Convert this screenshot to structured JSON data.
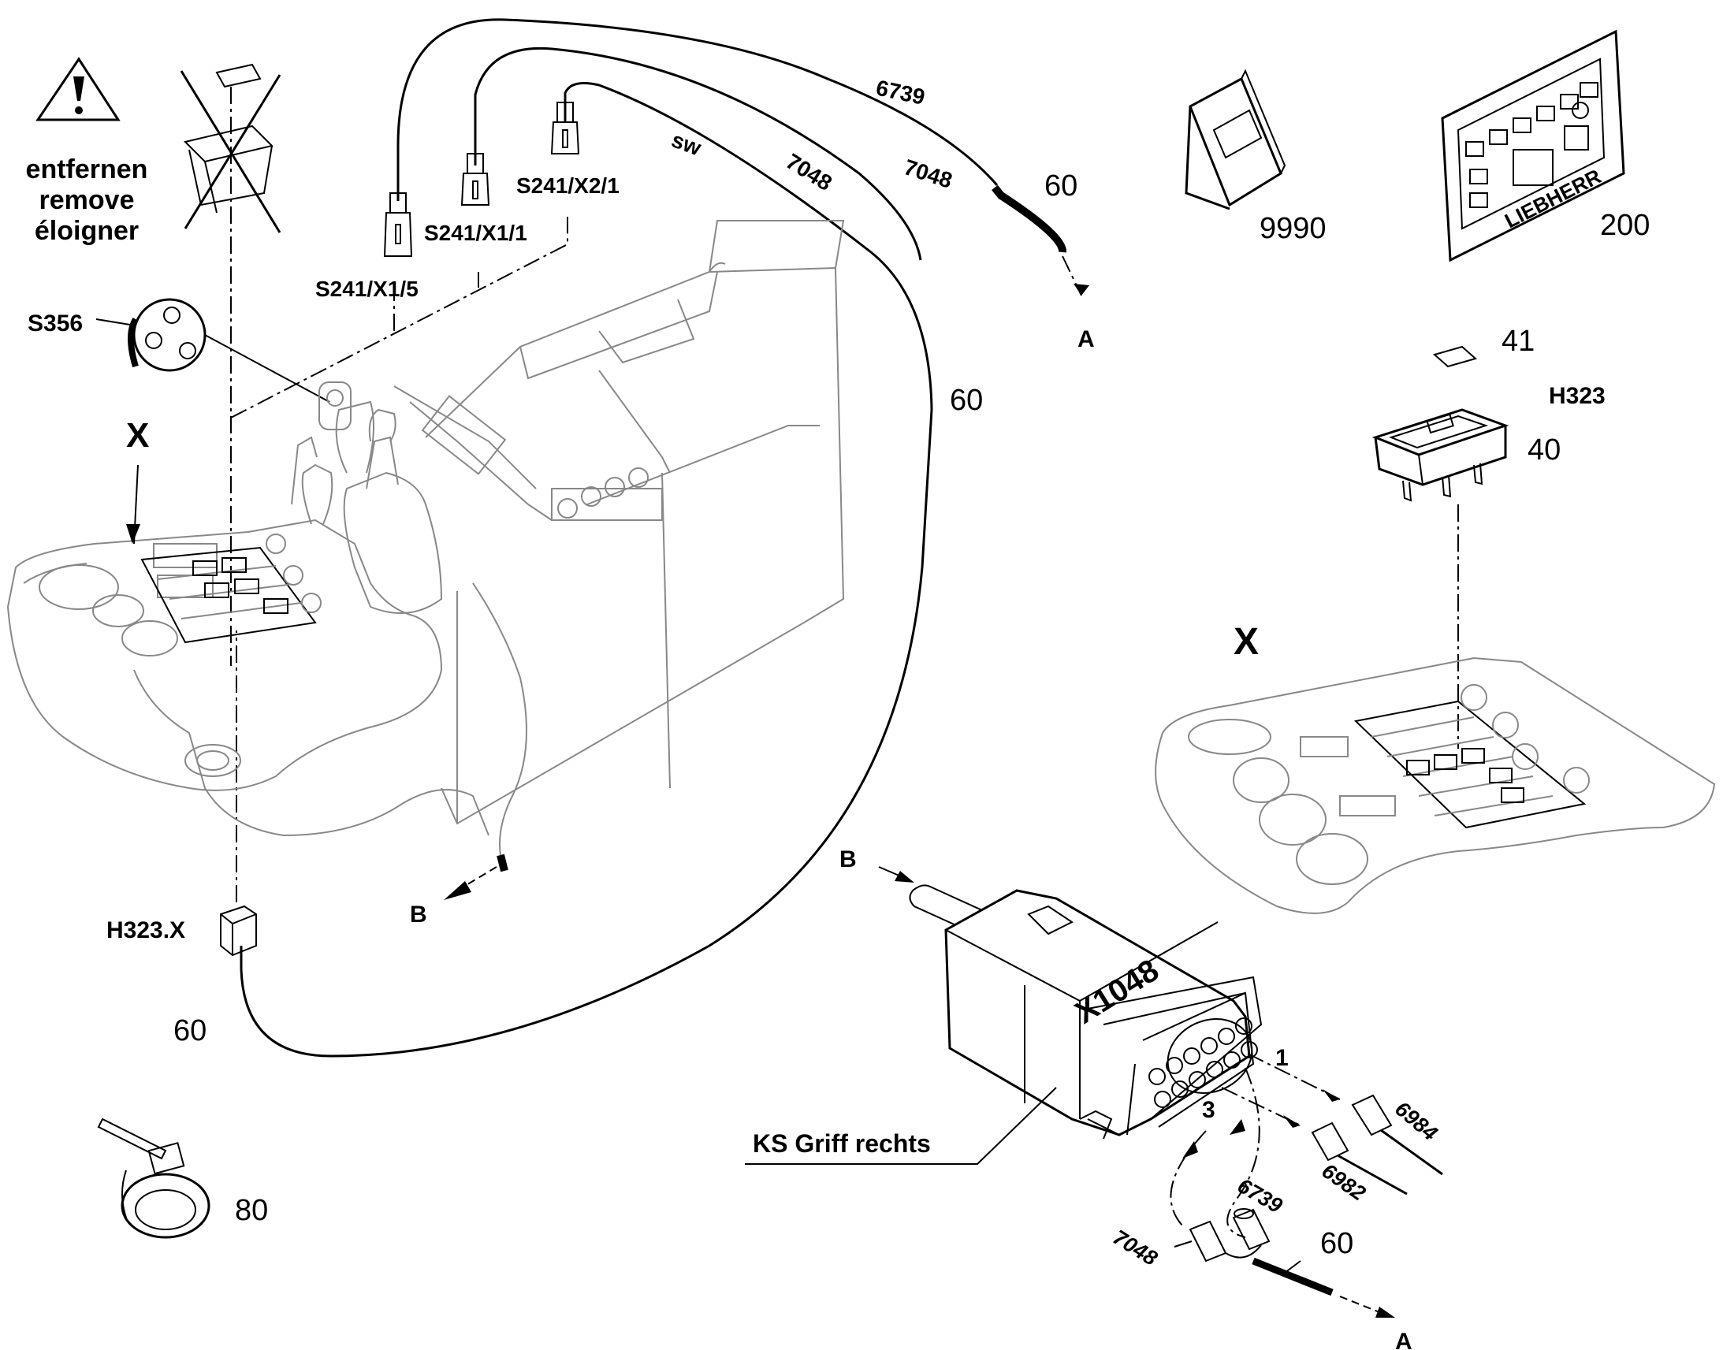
{
  "warning": {
    "line1": "entfernen",
    "line2": "remove",
    "line3": "éloigner"
  },
  "labels": {
    "s356": "S356",
    "view_x_left": "X",
    "view_x_right": "X",
    "s241_x1_5": "S241/X1/5",
    "s241_x1_1": "S241/X1/1",
    "s241_x2_1": "S241/X2/1",
    "sw": "sw",
    "h323x": "H323.X",
    "h323": "H323",
    "x1048": "X1048",
    "ks_griff": "KS Griff rechts",
    "ref_a_top": "A",
    "ref_a_bottom": "A",
    "ref_b_left": "B",
    "ref_b_right": "B"
  },
  "wires": {
    "w6739_top": "6739",
    "w7048_a": "7048",
    "w7048_b": "7048",
    "w6984": "6984",
    "w6982": "6982",
    "w6739_bottom": "6739",
    "w7048_bottom": "7048"
  },
  "pins": {
    "pin1": "1",
    "pin3": "3"
  },
  "items": {
    "p60_top": "60",
    "p60_mid": "60",
    "p60_left": "60",
    "p60_bottom": "60",
    "p9990": "9990",
    "p200": "200",
    "p41": "41",
    "p40": "40",
    "p80": "80"
  },
  "decal": {
    "brand": "LIEBHERR"
  }
}
